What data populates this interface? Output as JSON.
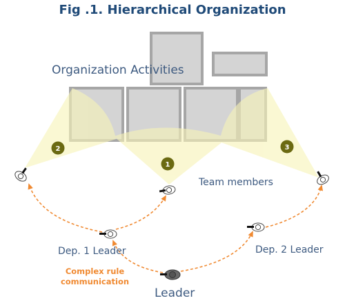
{
  "title": "Fig .1. Hierarchical Organization",
  "activities_label": "Organization Activities",
  "badges": [
    "2",
    "1",
    "3"
  ],
  "labels": {
    "team_members": "Team members",
    "dep1_leader": "Dep. 1 Leader",
    "dep2_leader": "Dep. 2 Leader",
    "leader": "Leader",
    "complex_rule": "Complex rule communication"
  },
  "colors": {
    "title": "#1f4a78",
    "label": "#3d5a80",
    "rule_text": "#f08a32",
    "dashed_arrow": "#f08a32",
    "cone_fill": "#f7f3b8",
    "box_fill": "#d4d4d4",
    "box_stroke": "#a6a6a6",
    "badge": "#6b6a12",
    "leader_figure": "#555555"
  },
  "icons": [
    "person-topview-icon",
    "camera-icon"
  ]
}
